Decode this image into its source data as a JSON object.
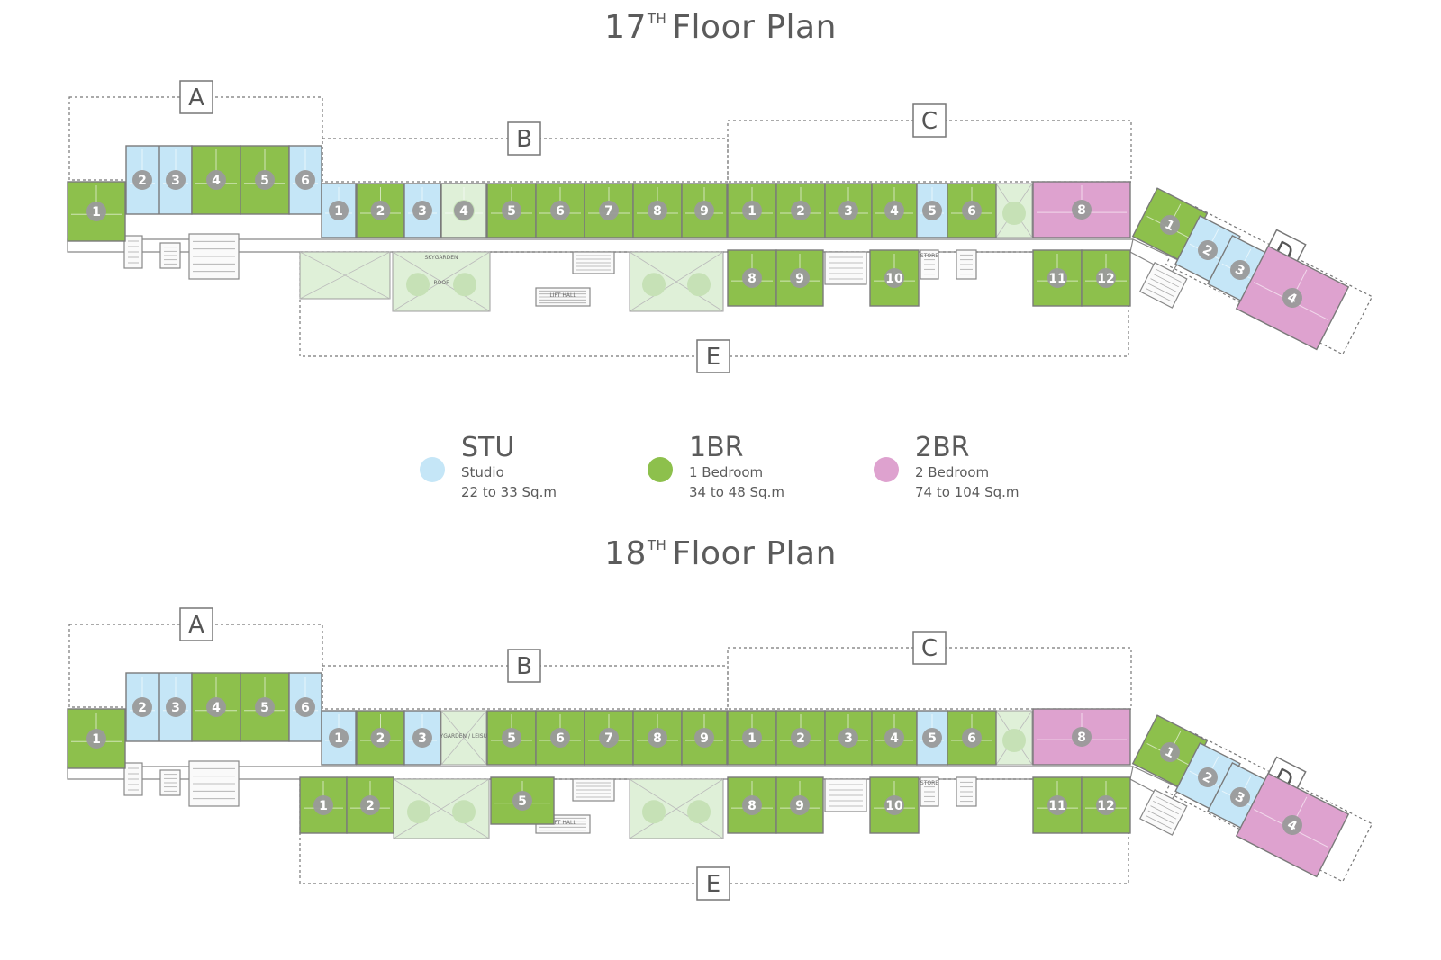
{
  "floors": [
    {
      "id": "f17",
      "number": "17",
      "sup": "TH",
      "label": "Floor Plan",
      "zones": [
        "A",
        "B",
        "C",
        "D",
        "E"
      ],
      "tags": {
        "skygarden_top": "SKYGARDEN",
        "skygarden": "SKYGARDEN",
        "roof": "ROOF",
        "lift_hall": "LIFT HALL",
        "store": "STORE"
      }
    },
    {
      "id": "f18",
      "number": "18",
      "sup": "TH",
      "label": "Floor Plan",
      "zones": [
        "A",
        "B",
        "C",
        "D",
        "E"
      ],
      "tags": {
        "skygarden_top": "SKYGARDEN / LEISURE",
        "lift_hall": "LIFT HALL",
        "store": "STORE"
      }
    }
  ],
  "legend": [
    {
      "code": "STU",
      "name": "Studio",
      "area": "22 to 33 Sq.m",
      "color": "#c5e6f7"
    },
    {
      "code": "1BR",
      "name": "1 Bedroom",
      "area": "34 to 48 Sq.m",
      "color": "#8dc04c"
    },
    {
      "code": "2BR",
      "name": "2 Bedroom",
      "area": "74 to 104 Sq.m",
      "color": "#dea2cf"
    }
  ],
  "colors": {
    "studio": "#c5e6f7",
    "one_bed": "#8dc04c",
    "two_bed": "#dea2cf",
    "garden": "#dff0d8",
    "wall": "#7a7a7a",
    "badge": "#9a9a9a"
  },
  "units": {
    "f17": [
      {
        "n": "1",
        "t": "one_bed"
      },
      {
        "n": "2",
        "t": "studio"
      },
      {
        "n": "3",
        "t": "studio"
      },
      {
        "n": "4",
        "t": "one_bed"
      },
      {
        "n": "5",
        "t": "one_bed"
      },
      {
        "n": "6",
        "t": "studio"
      },
      {
        "n": "1",
        "t": "studio"
      },
      {
        "n": "2",
        "t": "one_bed"
      },
      {
        "n": "3",
        "t": "studio"
      },
      {
        "n": "4",
        "t": "garden"
      },
      {
        "n": "5",
        "t": "one_bed"
      },
      {
        "n": "6",
        "t": "one_bed"
      },
      {
        "n": "7",
        "t": "one_bed"
      },
      {
        "n": "8",
        "t": "one_bed"
      },
      {
        "n": "9",
        "t": "one_bed"
      },
      {
        "n": "1",
        "t": "one_bed"
      },
      {
        "n": "2",
        "t": "one_bed"
      },
      {
        "n": "3",
        "t": "one_bed"
      },
      {
        "n": "4",
        "t": "one_bed"
      },
      {
        "n": "5",
        "t": "studio"
      },
      {
        "n": "6",
        "t": "one_bed"
      },
      {
        "n": "8",
        "t": "two_bed"
      },
      {
        "n": "8",
        "t": "one_bed"
      },
      {
        "n": "9",
        "t": "one_bed"
      },
      {
        "n": "10",
        "t": "one_bed"
      },
      {
        "n": "11",
        "t": "one_bed"
      },
      {
        "n": "12",
        "t": "one_bed"
      },
      {
        "n": "1",
        "t": "one_bed"
      },
      {
        "n": "2",
        "t": "studio"
      },
      {
        "n": "3",
        "t": "studio"
      },
      {
        "n": "4",
        "t": "two_bed"
      }
    ],
    "f18": [
      {
        "n": "1",
        "t": "one_bed"
      },
      {
        "n": "2",
        "t": "studio"
      },
      {
        "n": "3",
        "t": "studio"
      },
      {
        "n": "4",
        "t": "one_bed"
      },
      {
        "n": "5",
        "t": "one_bed"
      },
      {
        "n": "6",
        "t": "studio"
      },
      {
        "n": "1",
        "t": "studio"
      },
      {
        "n": "2",
        "t": "one_bed"
      },
      {
        "n": "3",
        "t": "studio"
      },
      {
        "n": "5",
        "t": "one_bed"
      },
      {
        "n": "6",
        "t": "one_bed"
      },
      {
        "n": "7",
        "t": "one_bed"
      },
      {
        "n": "8",
        "t": "one_bed"
      },
      {
        "n": "9",
        "t": "one_bed"
      },
      {
        "n": "1",
        "t": "one_bed"
      },
      {
        "n": "2",
        "t": "one_bed"
      },
      {
        "n": "3",
        "t": "one_bed"
      },
      {
        "n": "4",
        "t": "one_bed"
      },
      {
        "n": "5",
        "t": "studio"
      },
      {
        "n": "6",
        "t": "one_bed"
      },
      {
        "n": "8",
        "t": "two_bed"
      },
      {
        "n": "1",
        "t": "one_bed"
      },
      {
        "n": "2",
        "t": "one_bed"
      },
      {
        "n": "5",
        "t": "one_bed"
      },
      {
        "n": "8",
        "t": "one_bed"
      },
      {
        "n": "9",
        "t": "one_bed"
      },
      {
        "n": "10",
        "t": "one_bed"
      },
      {
        "n": "11",
        "t": "one_bed"
      },
      {
        "n": "12",
        "t": "one_bed"
      },
      {
        "n": "1",
        "t": "one_bed"
      },
      {
        "n": "2",
        "t": "studio"
      },
      {
        "n": "3",
        "t": "studio"
      },
      {
        "n": "4",
        "t": "two_bed"
      }
    ]
  }
}
